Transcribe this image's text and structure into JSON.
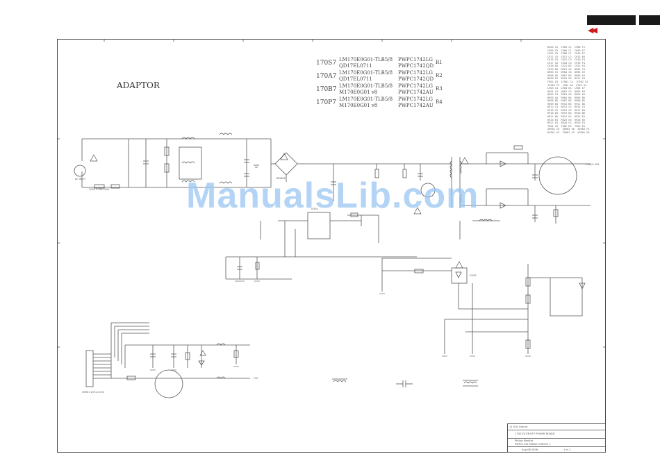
{
  "header": {
    "nav_symbol": "◀◀"
  },
  "diagram": {
    "title": "ADAPTOR",
    "watermark": "ManualsLib.com",
    "models": [
      {
        "model": "170S7",
        "panel": "LM170E0G01-TLB5/8\nQD17EL0711",
        "board": "PWPC1742LG\nPWPC1742QD",
        "ref": "R1"
      },
      {
        "model": "170A7",
        "panel": "LM170E0G01-TLB5/8\nQD17EL0711",
        "board": "PWPC1742LG\nPWPC1742QD",
        "ref": "R2"
      },
      {
        "model": "170B7",
        "panel": "LM170E0G01-TLB5/8\nM170E0G01 v8",
        "board": "PWPC1742LG\nPWPC1742AU",
        "ref": "R3"
      },
      {
        "model": "170P7",
        "panel": "LM170E0G01-TLB5/8\nM170E0G01 v8",
        "board": "PWPC1742LG\nPWPC1742AU",
        "ref": "R4"
      }
    ],
    "parts_list": "D904 C5  C904 C1  C908 F1\nC905 C5  C906 C1  C909 E7\nC907 C5  C908 C1  C910 E7\nC911 C5  C912 C2  C913 E6\nC914 C6  C915 C3  C916 F4\nC917 C6  C918 C3  C919 F4\nC920 D5  C921 D5  C922 E4\nC923 D6  D901 A4  D902 C4\nD903 C5  D904 C6  D905 C6\nD906 D5  D907 D6  D908 E4\nD909 E5  D910 E6  D911 F3\nF901 A3  IC901 C4  IC902 F5\nIC903 F5  L901 A4  L902 A4\nL903 C4  L904 E4  L905 E7\nQ901 C4  Q902 C5  Q903 E6\nQ904 F4  R901 A3  R902 A3\nR903 A4  R904 B4  R905 B5\nR906 B5  R907 B5  R908 B5\nR909 B5  R910 B5  R911 B5\nR912 C4  R913 C4  R914 C5\nR915 C5  R916 C5  R917 D4\nR918 D5  R919 D5  R920 D6\nR921 D6  R922 E4  R923 E5\nR924 E5  R925 E6  R926 E6\nR927 F4  R928 F4  R929 F5\nT901 C5  T902 D4  T903 E5\nZD901 C6  ZD902 E6  ZD903 F4\nRV901 A3  TH901 A3  VR901 E6",
    "title_block": {
      "row1": "12 VOL Fixture",
      "row2": "170S7/A7/B7/P7 POWER BOARD",
      "row3": "Philips Monitor",
      "row4": "PWPC1742 FAMILY CIRCUIT 1",
      "row5": "Aug 08 2006",
      "sheet": "1 of 1"
    },
    "labels": {
      "ac_inlet": "AC INLET",
      "fuse": "FUSE 3.15A 250V",
      "bridge": "BRIDGE",
      "controller": "IC901",
      "output_14v": "+14V/1.45A",
      "output_5v": "+5V",
      "connector": "CN901 10P-2.5mm",
      "opto": "IC902"
    }
  }
}
